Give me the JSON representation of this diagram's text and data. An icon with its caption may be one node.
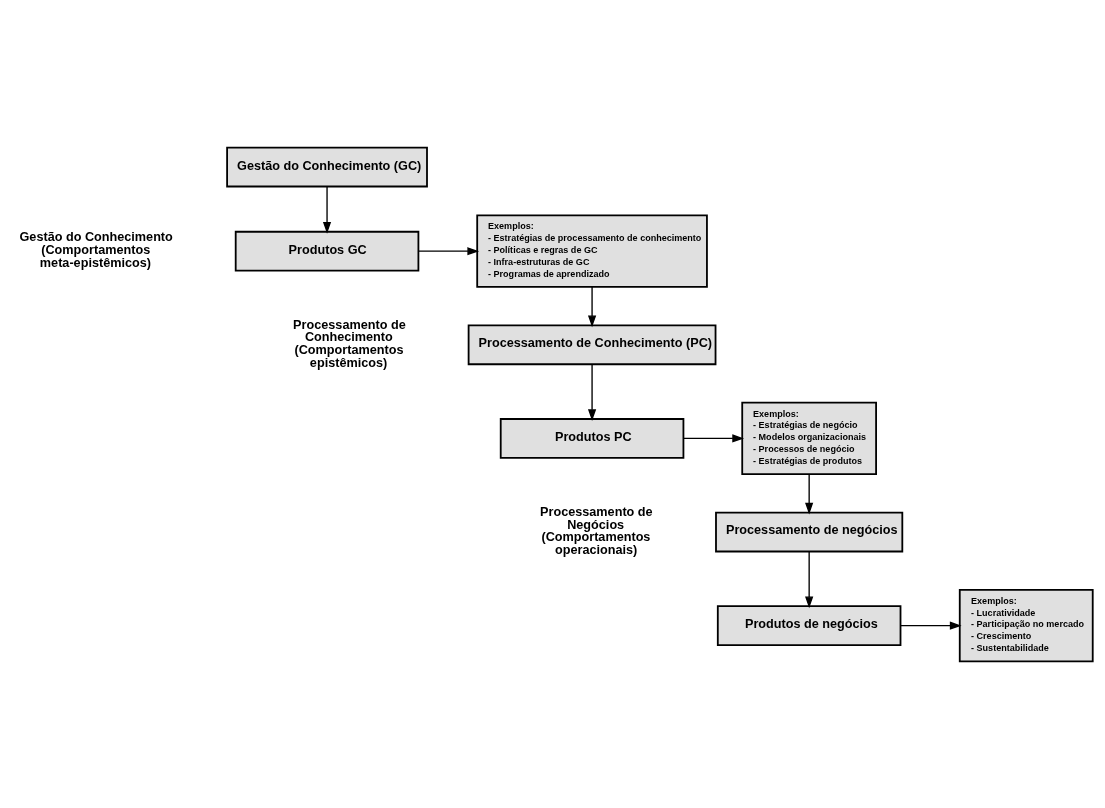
{
  "diagram": {
    "nodes": [
      {
        "text": [
          "Gestão do Conhecimento (GC)"
        ]
      },
      {
        "text": [
          "Produtos GC"
        ]
      },
      {
        "text": [
          "Exemplos:",
          "- Estratégias de processamento de conhecimento",
          "- Políticas e regras de GC",
          "- Infra-estruturas de GC",
          "- Programas de aprendizado"
        ]
      },
      {
        "text": [
          "Processamento de Conhecimento (PC)"
        ]
      },
      {
        "text": [
          "Produtos PC"
        ]
      },
      {
        "text": [
          "Exemplos:",
          "- Estratégias de negócio",
          "- Modelos organizacionais",
          "- Processos de negócio",
          "- Estratégias de produtos"
        ]
      },
      {
        "text": [
          "Processamento de negócios"
        ]
      },
      {
        "text": [
          "Produtos de negócios"
        ]
      },
      {
        "text": [
          "Exemplos:",
          "- Lucratividade",
          "- Participação no mercado",
          "- Crescimento",
          "- Sustentabilidade"
        ]
      }
    ],
    "edges": [
      {
        "from": 0,
        "to": 1,
        "arrow": "to"
      },
      {
        "from": 1,
        "to": 2,
        "arrow": "to"
      },
      {
        "from": 2,
        "to": 3,
        "arrow": "to"
      },
      {
        "from": 3,
        "to": 4,
        "arrow": "to"
      },
      {
        "from": 4,
        "to": 5,
        "arrow": "to"
      },
      {
        "from": 5,
        "to": 6,
        "arrow": "to"
      },
      {
        "from": 6,
        "to": 7,
        "arrow": "to"
      },
      {
        "from": 7,
        "to": 8,
        "arrow": "to"
      }
    ],
    "labels": [
      "Gestão do Conhecimento (Comportamentos meta-epistêmicos)",
      "Processamento de Conhecimento (Comportamentos epistêmicos)",
      "Processamento de Negócios (Comportamentos operacionais)"
    ]
  }
}
